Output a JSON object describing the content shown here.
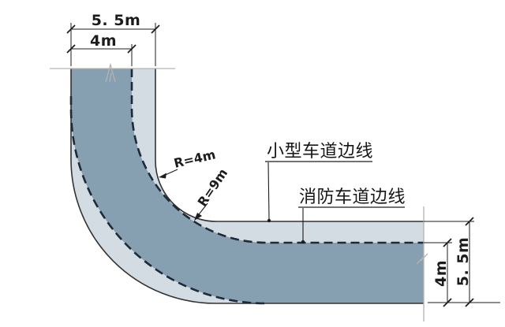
{
  "diagram": {
    "type": "fire-lane-turning-radius-plan",
    "dims": {
      "top_total": "5. 5m",
      "top_lane": "4m",
      "right_lane": "4m",
      "right_total": "5. 5m"
    },
    "radius": {
      "inner": "R=4m",
      "fire": "R=9m"
    },
    "labels": {
      "small_lane": "小型车道边线",
      "fire_lane": "消防车道边线"
    },
    "colors": {
      "road_fill": "#d2dce2",
      "fire_lane_fill": "#87a0b1",
      "dashed_line": "#1e2a38",
      "edge_line": "#333333",
      "construction": "#b3b3b3",
      "dimension": "#1d1d1d",
      "background": "#ffffff"
    }
  }
}
